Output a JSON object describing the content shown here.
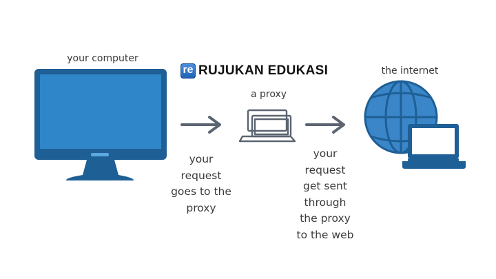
{
  "brand": {
    "logo_text": "re",
    "name": "RUJUKAN EDUKASI"
  },
  "nodes": {
    "computer": {
      "label": "your computer"
    },
    "proxy": {
      "label": "a proxy"
    },
    "internet": {
      "label": "the internet"
    }
  },
  "steps": {
    "request_to_proxy": [
      "your",
      "request",
      "goes to the",
      "proxy"
    ],
    "proxy_to_web": [
      "your",
      "request",
      "get sent",
      "through",
      "the proxy",
      "to the web"
    ]
  },
  "colors": {
    "monitor_frame": "#1e5f96",
    "monitor_screen": "#2f86c8",
    "globe_fill": "#3a86c8",
    "proxy_outline": "#5b6470",
    "arrow": "#5b6470"
  }
}
